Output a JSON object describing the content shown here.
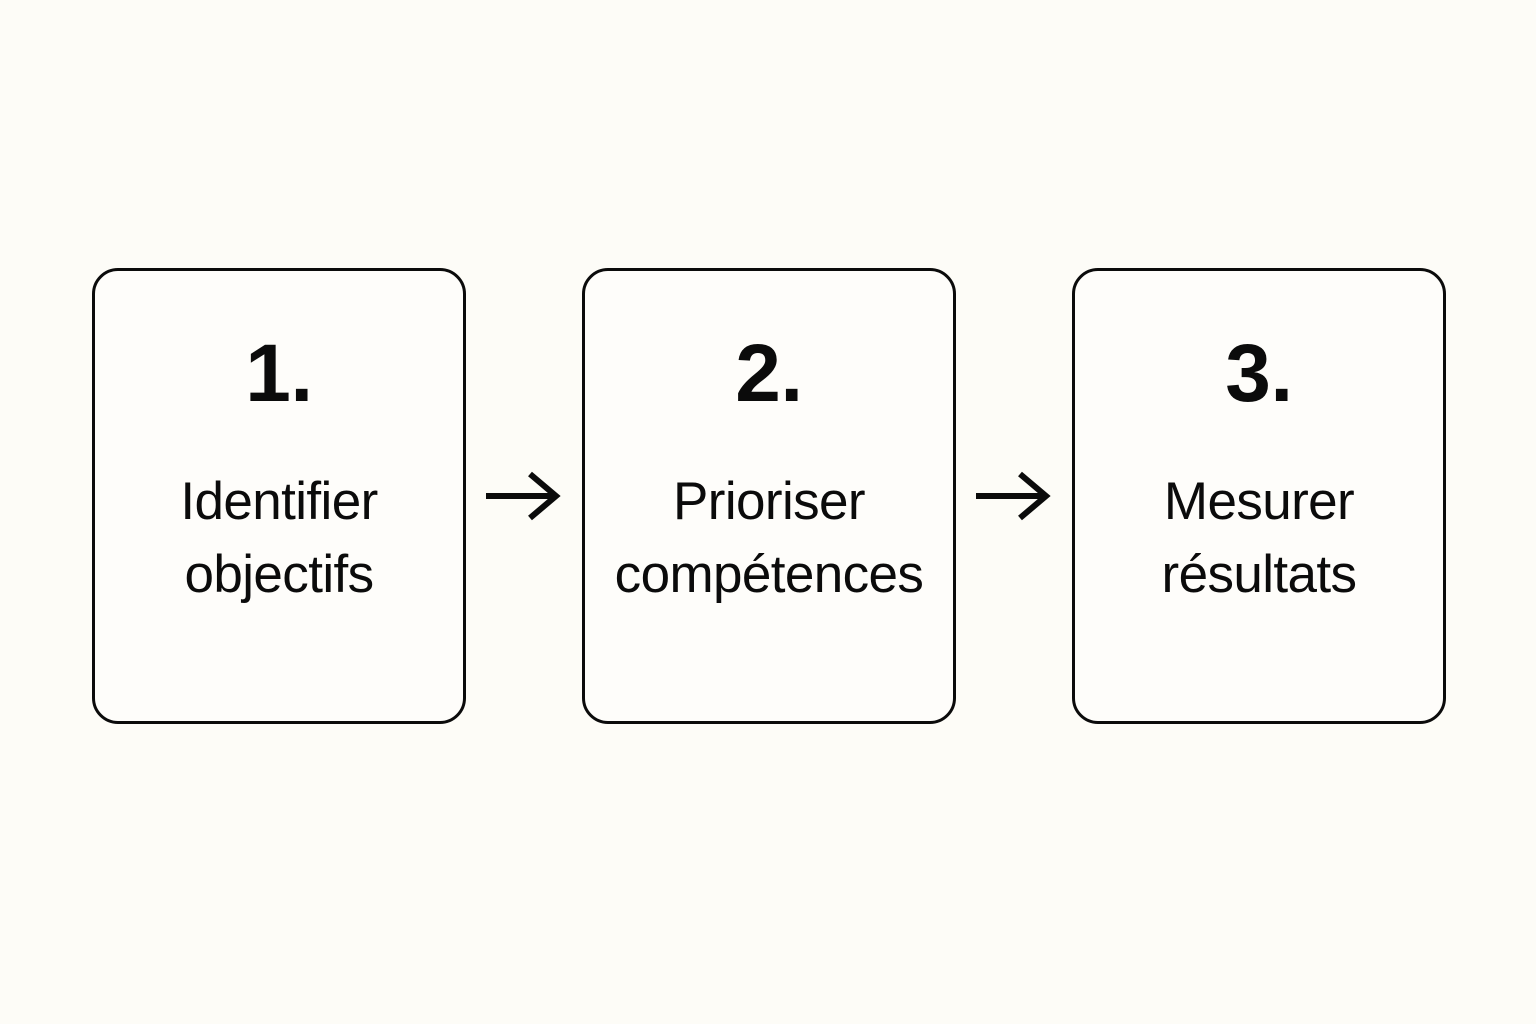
{
  "canvas": {
    "background_color": "#FDFCF7",
    "card_fill_color": "#FEFDFA",
    "stroke_color": "#0B0B0B"
  },
  "diagram": {
    "type": "horizontal-process-flow",
    "orientation": "left-to-right",
    "step_count": 3,
    "connector_glyph": "→",
    "steps": [
      {
        "number": "1.",
        "label": "Identifier\nobjectifs",
        "label_line1": "Identifier",
        "label_line2": "objectifs"
      },
      {
        "number": "2.",
        "label": "Prioriser\ncompétences",
        "label_line1": "Prioriser",
        "label_line2": "compétences"
      },
      {
        "number": "3.",
        "label": "Mesurer\nrésultats",
        "label_line1": "Mesurer",
        "label_line2": "résultats"
      }
    ],
    "connectors": [
      {
        "from": "1.",
        "to": "2.",
        "glyph": "→"
      },
      {
        "from": "2.",
        "to": "3.",
        "glyph": "→"
      }
    ]
  }
}
